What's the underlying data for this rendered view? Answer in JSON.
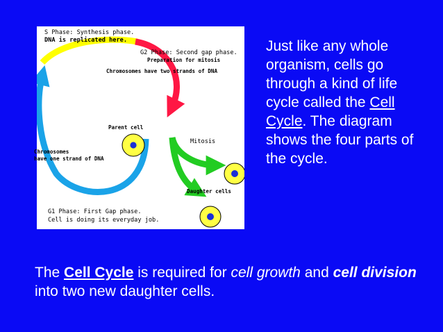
{
  "diagram": {
    "labels": {
      "s_phase_line1": "S Phase: Synthesis phase.",
      "s_phase_line2": "DNA is replicated here.",
      "g2_phase_line1": "G2 Phase: Second gap phase.",
      "g2_phase_line2": "Preparation for mitosis",
      "chromosomes_two": "Chromosomes have two strands of DNA",
      "parent_cell": "Parent cell",
      "mitosis": "Mitosis",
      "chromosomes_one_line1": "Chromosomes",
      "chromosomes_one_line2": "have one strand of DNA",
      "daughter_cells": "Daughter cells",
      "g1_phase_line1": "G1 Phase: First Gap phase.",
      "g1_phase_line2": "Cell is doing its everyday job."
    },
    "colors": {
      "s_phase_arrow": "#ffff00",
      "g2_phase_arrow": "#ff1744",
      "mitosis_arrow": "#22cc22",
      "g1_phase_arrow": "#1aa3e8",
      "cell_fill": "#ffff44",
      "cell_nucleus": "#1a2fd6"
    }
  },
  "sidebar": {
    "part1": "Just like any whole organism, cells go through a kind of life cycle called the ",
    "link": "Cell Cycle",
    "part2": ". The diagram shows the four parts of the cycle."
  },
  "caption": {
    "t1": "The ",
    "b1": "Cell Cycle",
    "t2": " is required for ",
    "i1": "cell growth",
    "t3": " and ",
    "bi1": "cell division",
    "t4": " into two new daughter cells."
  },
  "colors": {
    "background": "#0a0af5",
    "text": "#ffffff"
  }
}
